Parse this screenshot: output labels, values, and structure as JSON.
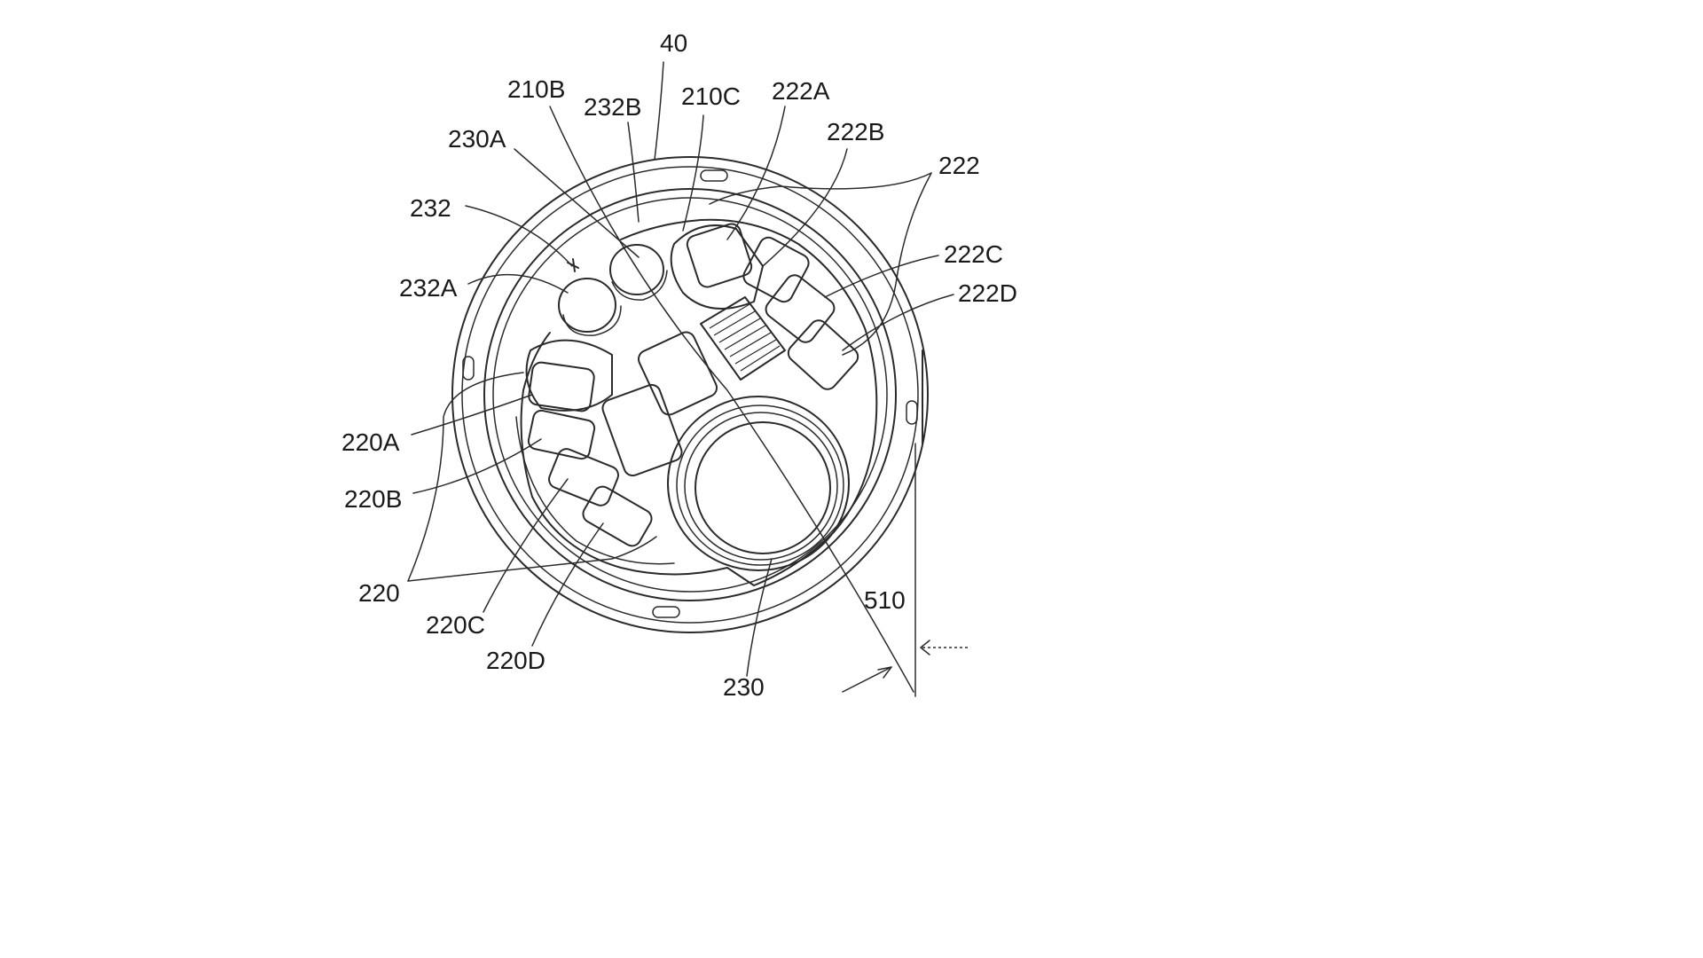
{
  "labels": {
    "l40": "40",
    "l210B": "210B",
    "l232B": "232B",
    "l210C": "210C",
    "l222A": "222A",
    "l222B": "222B",
    "l222": "222",
    "l230A": "230A",
    "l232": "232",
    "l222C": "222C",
    "l232A": "232A",
    "l222D": "222D",
    "l220A": "220A",
    "l220B": "220B",
    "l220": "220",
    "l510": "510",
    "l220C": "220C",
    "l220D": "220D",
    "l230": "230"
  }
}
